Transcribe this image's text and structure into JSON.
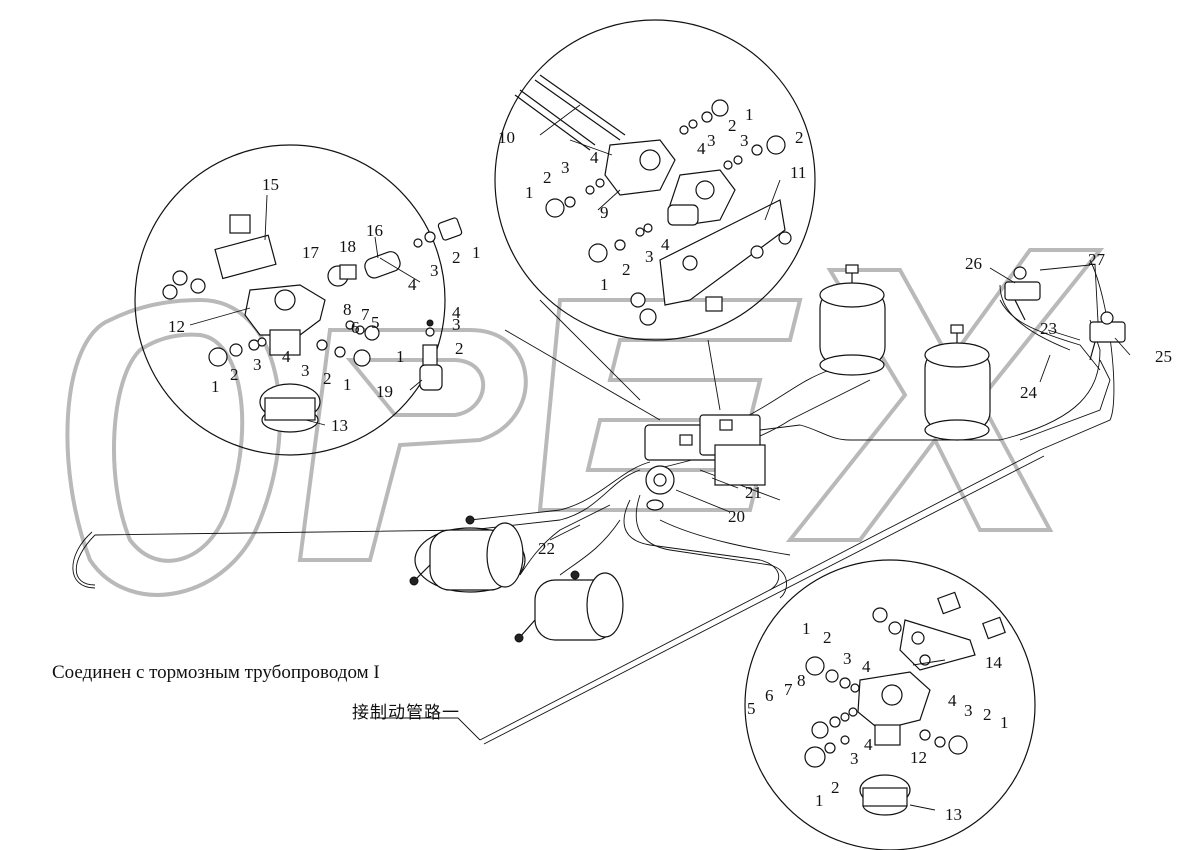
{
  "captions": {
    "russian": "Соединен с тормозным трубопроводом I",
    "chinese": "接制动管路一"
  },
  "watermark": {
    "text": "OPEX",
    "color": "#b9b9b9"
  },
  "callouts": {
    "c1": "1",
    "c2": "2",
    "c3": "3",
    "c4": "4",
    "c5": "5",
    "c6": "6",
    "c7": "7",
    "c8": "8",
    "c9": "9",
    "c10": "10",
    "c11": "11",
    "c12": "12",
    "c13": "13",
    "c14": "14",
    "c15": "15",
    "c16": "16",
    "c17": "17",
    "c18": "18",
    "c19": "19",
    "c20": "20",
    "c21": "21",
    "c22": "22",
    "c23": "23",
    "c24": "24",
    "c25": "25",
    "c26": "26",
    "c27": "27"
  }
}
